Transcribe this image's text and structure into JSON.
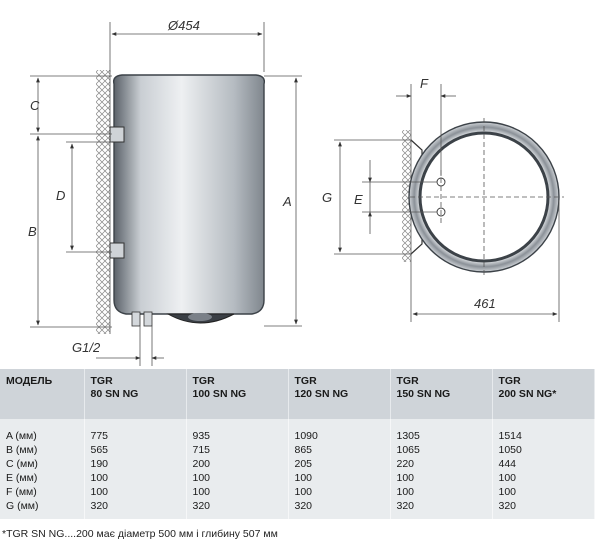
{
  "diagram": {
    "labels": {
      "diameter": "Ø454",
      "dim_a": "A",
      "dim_b": "B",
      "dim_c": "C",
      "dim_d": "D",
      "dim_e": "E",
      "dim_f": "F",
      "dim_g": "G",
      "pipe": "G1/2",
      "depth": "461"
    }
  },
  "table": {
    "headers": [
      [
        "МОДЕЛЬ",
        ""
      ],
      [
        "TGR",
        "80 SN NG"
      ],
      [
        "TGR",
        "100 SN NG"
      ],
      [
        "TGR",
        "120 SN NG"
      ],
      [
        "TGR",
        "150 SN NG"
      ],
      [
        "TGR",
        "200 SN NG*"
      ]
    ],
    "rows": [
      [
        "A (мм)",
        "775",
        "935",
        "1090",
        "1305",
        "1514"
      ],
      [
        "B (мм)",
        "565",
        "715",
        "865",
        "1065",
        "1050"
      ],
      [
        "C (мм)",
        "190",
        "200",
        "205",
        "220",
        "444"
      ],
      [
        "E (мм)",
        "100",
        "100",
        "100",
        "100",
        "100"
      ],
      [
        "F (мм)",
        "100",
        "100",
        "100",
        "100",
        "100"
      ],
      [
        "G (мм)",
        "320",
        "320",
        "320",
        "320",
        "320"
      ]
    ]
  },
  "footnote": "*TGR SN NG....200 має діаметр 500 мм і глибину 507 мм"
}
